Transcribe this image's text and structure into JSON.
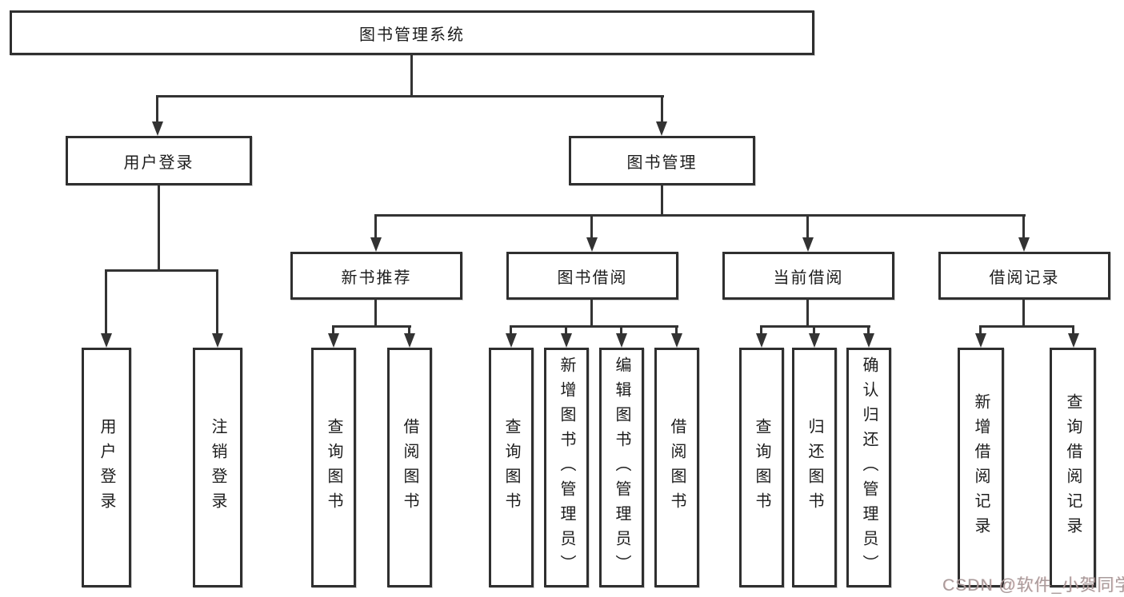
{
  "tree": {
    "root": {
      "label": "图书管理系统"
    },
    "branches": [
      {
        "label": "用户登录",
        "children": [
          {
            "label": "用户登录"
          },
          {
            "label": "注销登录"
          }
        ]
      },
      {
        "label": "图书管理",
        "children": [
          {
            "label": "新书推荐",
            "children": [
              {
                "label": "查询图书"
              },
              {
                "label": "借阅图书"
              }
            ]
          },
          {
            "label": "图书借阅",
            "children": [
              {
                "label": "查询图书"
              },
              {
                "label": "新增图书（管理员）"
              },
              {
                "label": "编辑图书（管理员）"
              },
              {
                "label": "借阅图书"
              }
            ]
          },
          {
            "label": "当前借阅",
            "children": [
              {
                "label": "查询图书"
              },
              {
                "label": "归还图书"
              },
              {
                "label": "确认归还（管理员）"
              }
            ]
          },
          {
            "label": "借阅记录",
            "children": [
              {
                "label": "新增借阅记录"
              },
              {
                "label": "查询借阅记录"
              }
            ]
          }
        ]
      }
    ]
  },
  "watermark": {
    "text": "CSDN @软件_小贺同学"
  },
  "colors": {
    "line": "#333333",
    "box_border": "#2f2f2f",
    "text": "#1c1c1c",
    "watermark": "#a89b9b"
  }
}
